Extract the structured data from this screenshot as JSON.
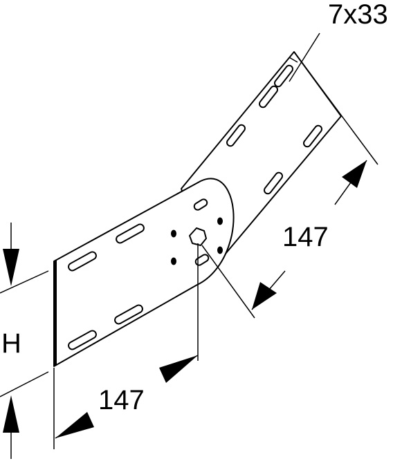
{
  "diagram": {
    "slot_label": "7x33",
    "length_right": "147",
    "length_bottom": "147",
    "height_label": "H",
    "colors": {
      "line": "#000000",
      "plate": "#ffffff",
      "background": "#ffffff"
    }
  }
}
